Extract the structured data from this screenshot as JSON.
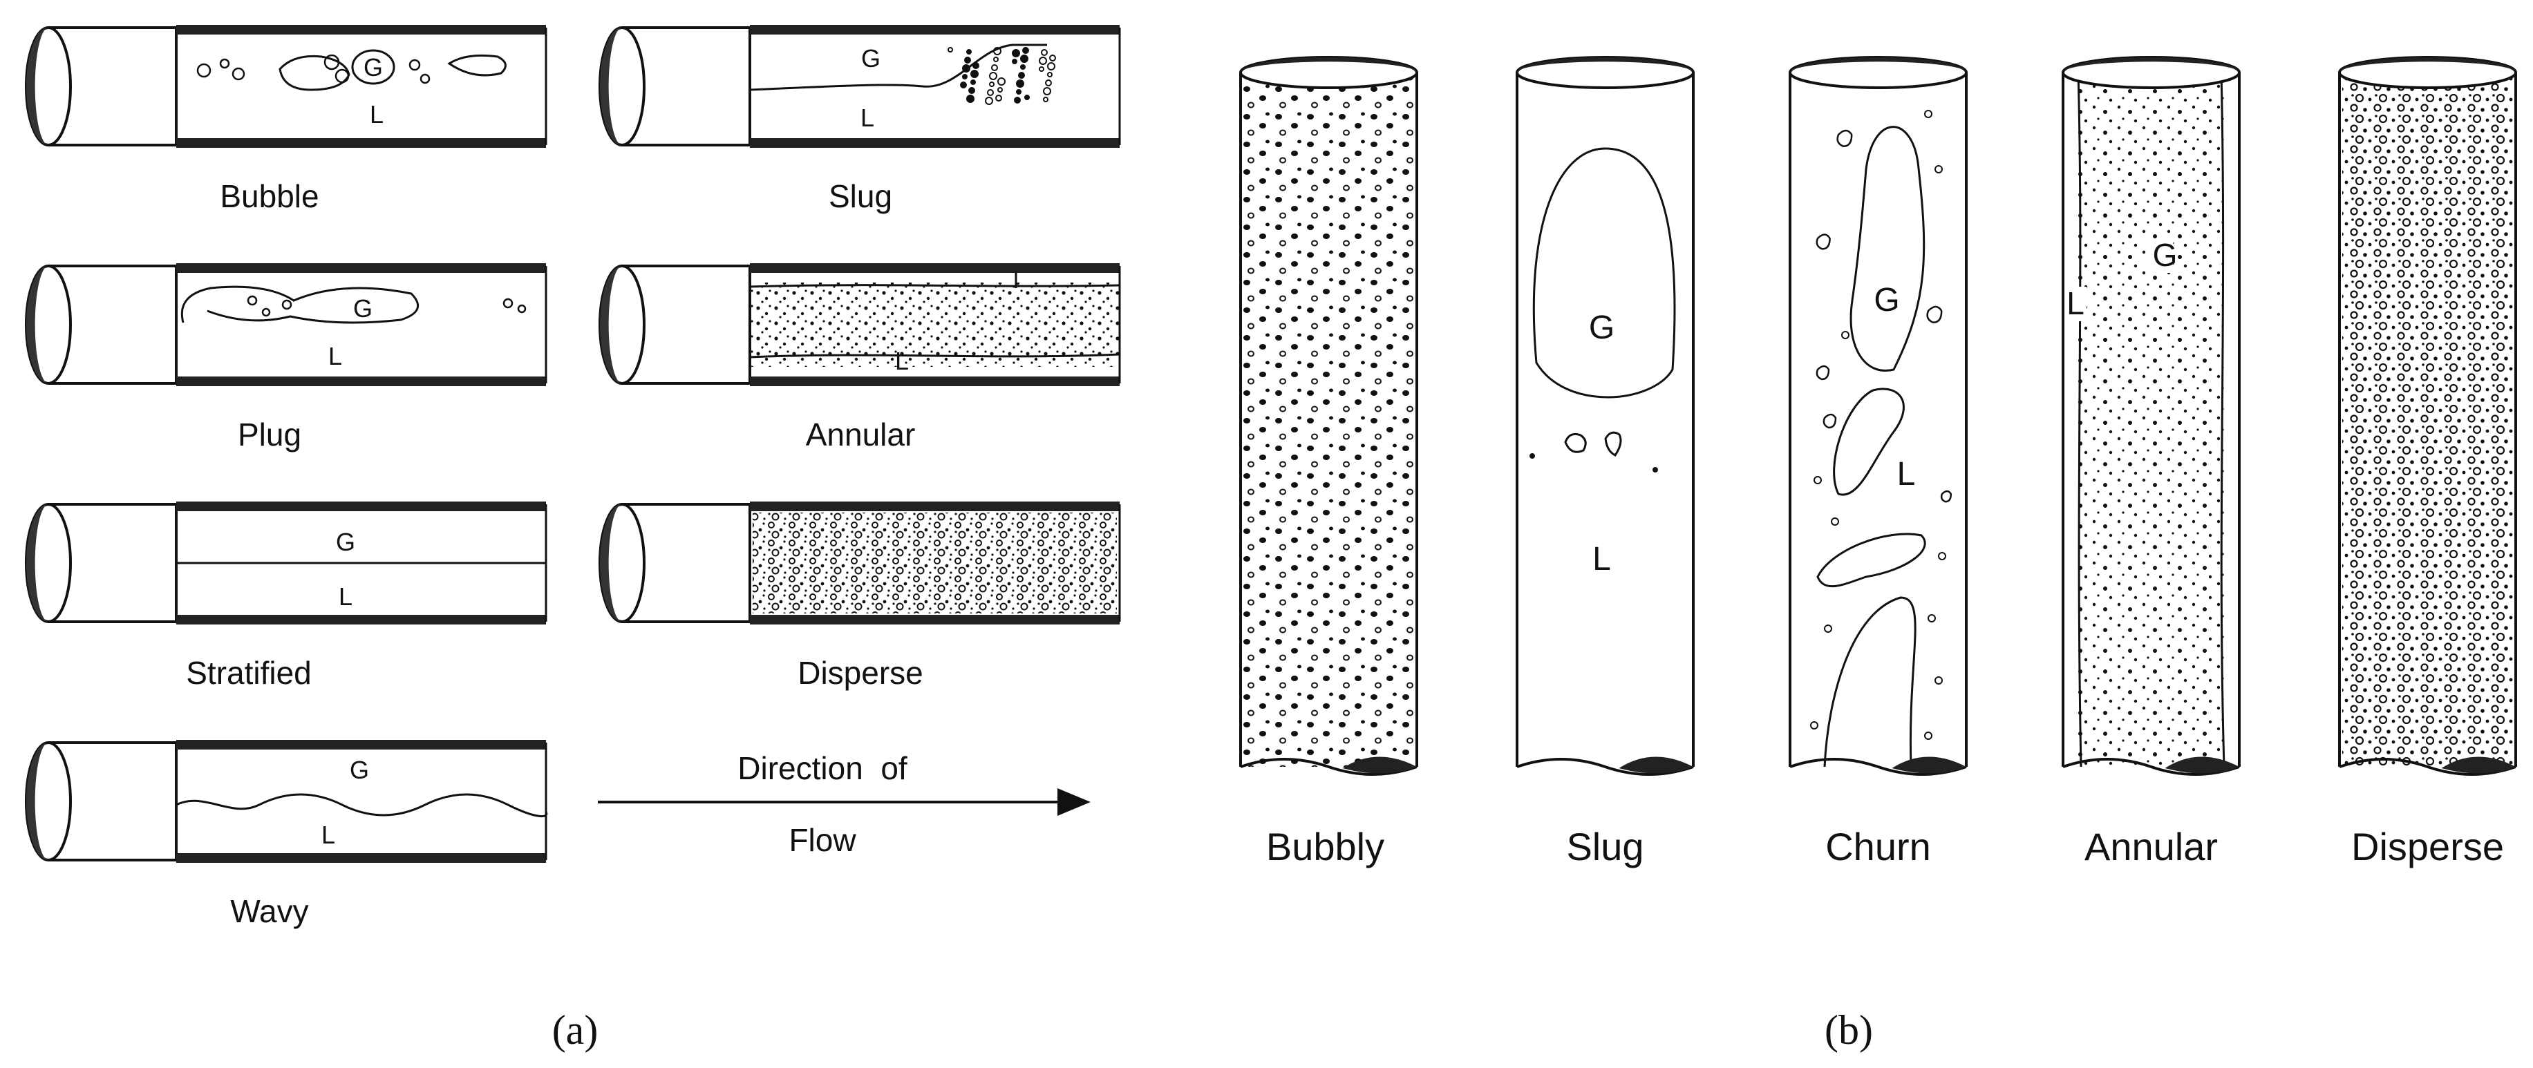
{
  "figure_a": {
    "panel_label": "(a)",
    "regimes": [
      {
        "id": "bubble",
        "label": "Bubble",
        "gas": "G",
        "liquid": "L"
      },
      {
        "id": "slug",
        "label": "Slug",
        "gas": "G",
        "liquid": "L"
      },
      {
        "id": "plug",
        "label": "Plug",
        "gas": "G",
        "liquid": "L"
      },
      {
        "id": "annular",
        "label": "Annular",
        "liquid": "L"
      },
      {
        "id": "stratified",
        "label": "Stratified",
        "gas": "G",
        "liquid": "L"
      },
      {
        "id": "disperse",
        "label": "Disperse"
      },
      {
        "id": "wavy",
        "label": "Wavy",
        "gas": "G",
        "liquid": "L"
      }
    ],
    "arrow": {
      "line1": "Direction  of",
      "line2": "Flow"
    }
  },
  "figure_b": {
    "panel_label": "(b)",
    "regimes": [
      {
        "id": "bubbly",
        "label": "Bubbly"
      },
      {
        "id": "slug",
        "label": "Slug",
        "gas": "G",
        "liquid": "L"
      },
      {
        "id": "churn",
        "label": "Churn",
        "gas": "G",
        "liquid": "L"
      },
      {
        "id": "annular",
        "label": "Annular",
        "gas": "G",
        "liquid": "L"
      },
      {
        "id": "disperse",
        "label": "Disperse"
      }
    ]
  },
  "colors": {
    "ink": "#111111",
    "background": "#ffffff"
  }
}
